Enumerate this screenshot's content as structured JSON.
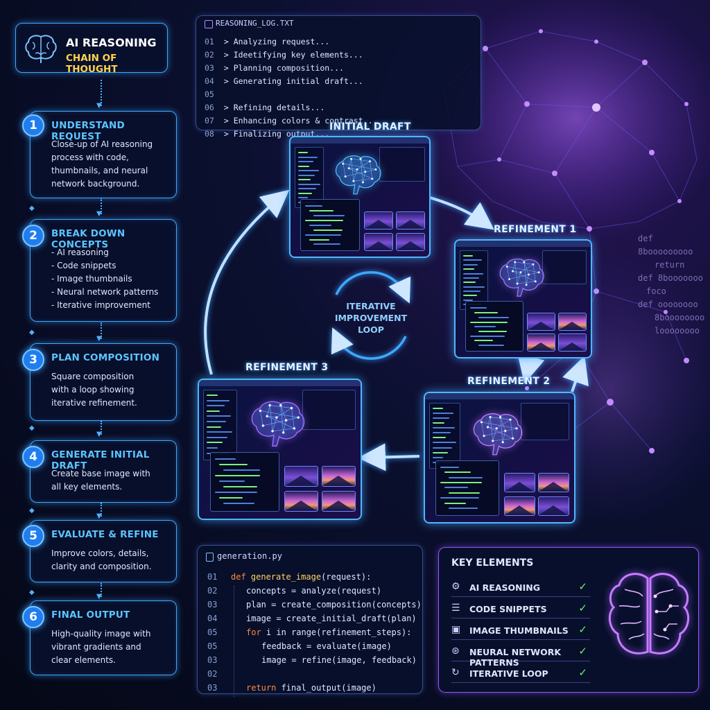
{
  "header": {
    "title_line1": "AI REASONING",
    "title_line2": "CHAIN OF THOUGHT",
    "icon": "brain-icon"
  },
  "steps": [
    {
      "num": "1",
      "title": "UNDERSTAND REQUEST",
      "body": "Close-up of AI reasoning process with code, thumbnails, and neural network background."
    },
    {
      "num": "2",
      "title": "BREAK DOWN CONCEPTS",
      "items": [
        "- AI reasoning",
        "- Code snippets",
        "- Image thumbnails",
        "- Neural network patterns",
        "- Iterative improvement"
      ]
    },
    {
      "num": "3",
      "title": "PLAN COMPOSITION",
      "body": "Square composition with a loop showing iterative refinement."
    },
    {
      "num": "4",
      "title": "GENERATE INITIAL DRAFT",
      "body": "Create base image with all key elements."
    },
    {
      "num": "5",
      "title": "EVALUATE & REFINE",
      "body": "Improve colors, details, clarity and composition."
    },
    {
      "num": "6",
      "title": "FINAL OUTPUT",
      "body": "High-quality image with vibrant gradients and clear elements."
    }
  ],
  "log": {
    "filename": "REASONING_LOG.TXT",
    "lines": [
      {
        "n": "01",
        "t": "> Analyzing request..."
      },
      {
        "n": "02",
        "t": "> Ideetifying key elements..."
      },
      {
        "n": "03",
        "t": "> Planning composition..."
      },
      {
        "n": "04",
        "t": "> Generating initial draft..."
      },
      {
        "n": "05",
        "t": ""
      },
      {
        "n": "06",
        "t": "> Refining details..."
      },
      {
        "n": "07",
        "t": "> Enhancing colors & contrast..."
      },
      {
        "n": "08",
        "t": "> Finalizing output..."
      }
    ]
  },
  "loop": {
    "center_label_1": "ITERATIVE",
    "center_label_2": "IMPROVEMENT",
    "center_label_3": "LOOP",
    "drafts": {
      "initial": "INITIAL DRAFT",
      "r1": "REFINEMENT 1",
      "r2": "REFINEMENT 2",
      "r3": "REFINEMENT 3"
    }
  },
  "code": {
    "filename": "generation.py",
    "lines": [
      {
        "n": "01",
        "ind": 0,
        "kw": "def ",
        "fn": "generate_image",
        "rest": "(request):"
      },
      {
        "n": "02",
        "ind": 1,
        "kw": "",
        "fn": "",
        "rest": "concepts = analyze(request)"
      },
      {
        "n": "03",
        "ind": 1,
        "kw": "",
        "fn": "",
        "rest": "plan = create_composition(concepts)"
      },
      {
        "n": "04",
        "ind": 1,
        "kw": "",
        "fn": "",
        "rest": "image = create_initial_draft(plan)"
      },
      {
        "n": "05",
        "ind": 1,
        "kw": "for ",
        "fn": "",
        "rest": "i in range(refinement_steps):"
      },
      {
        "n": "05",
        "ind": 2,
        "kw": "",
        "fn": "",
        "rest": "feedback = evaluate(image)"
      },
      {
        "n": "03",
        "ind": 2,
        "kw": "",
        "fn": "",
        "rest": "image = refine(image, feedback)"
      },
      {
        "n": "02",
        "ind": 0,
        "kw": "",
        "fn": "",
        "rest": ""
      },
      {
        "n": "03",
        "ind": 1,
        "kw": "return ",
        "fn": "",
        "rest": "final_output(image)"
      }
    ]
  },
  "key_elements": {
    "title": "KEY ELEMENTS",
    "items": [
      {
        "label": "AI REASONING",
        "icon": "gear-icon"
      },
      {
        "label": "CODE SNIPPETS",
        "icon": "code-icon"
      },
      {
        "label": "IMAGE THUMBNAILS",
        "icon": "image-icon"
      },
      {
        "label": "NEURAL NETWORK PATTERNS",
        "icon": "network-icon"
      },
      {
        "label": "ITERATIVE LOOP",
        "icon": "loop-icon"
      }
    ],
    "check": "✓"
  },
  "bg_code": [
    "def 8booooooooo",
    "return",
    "def 8booooooo",
    "foco",
    "def oooooooo",
    "8boooooooo",
    "loooooooo"
  ],
  "colors": {
    "accent": "#3da9ff",
    "purple": "#a35cff",
    "check": "#6ef06a",
    "keyword": "#ff8a3d"
  }
}
